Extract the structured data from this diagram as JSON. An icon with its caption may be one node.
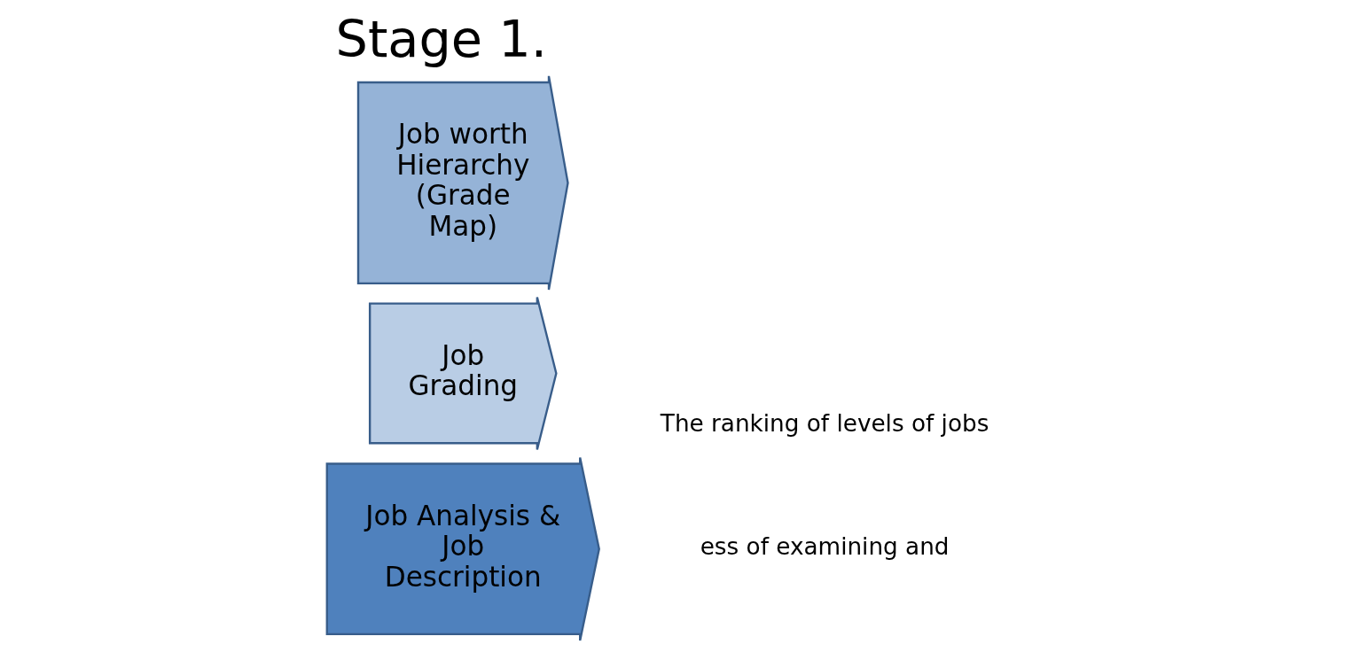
{
  "diagram": {
    "title": "Stage 1.",
    "nodes": [
      {
        "text": [
          "Job Analysis & Job Description"
        ]
      },
      {
        "text": [
          "Job Grading"
        ]
      },
      {
        "text": [
          "Job worth Hierarchy (Grade Map)"
        ]
      }
    ],
    "edges": [],
    "labels": [
      "ess of examining and",
      "The ranking of levels of jobs"
    ]
  }
}
